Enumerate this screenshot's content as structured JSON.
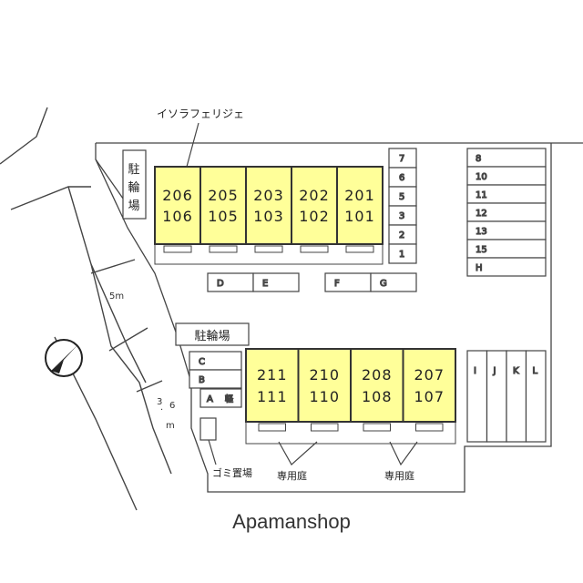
{
  "building_name": "イソラフェリジェ",
  "bicycle_parking_vertical": "駐輪場",
  "bicycle_parking_label": "駐輪場",
  "road_width_upper": "5m",
  "road_width_lower": "3.6m",
  "road_width_lower_glyphs": [
    "3",
    ".",
    "6",
    "m"
  ],
  "trash_label": "ゴミ置場",
  "private_garden_label": "専用庭",
  "watermark": "Apamanshop",
  "unit_color": "#ffff99",
  "upper_units": [
    {
      "top": "206",
      "bottom": "106"
    },
    {
      "top": "205",
      "bottom": "105"
    },
    {
      "top": "203",
      "bottom": "103"
    },
    {
      "top": "202",
      "bottom": "102"
    },
    {
      "top": "201",
      "bottom": "101"
    }
  ],
  "lower_units": [
    {
      "top": "211",
      "bottom": "111"
    },
    {
      "top": "210",
      "bottom": "110"
    },
    {
      "top": "208",
      "bottom": "108"
    },
    {
      "top": "207",
      "bottom": "107"
    }
  ],
  "parking_column_a": [
    "7",
    "6",
    "5",
    "3",
    "2",
    "1"
  ],
  "parking_column_b": [
    "8",
    "10",
    "11",
    "12",
    "13",
    "15",
    "H"
  ],
  "parking_row_de": [
    "D",
    "E"
  ],
  "parking_row_fg": [
    "F",
    "G"
  ],
  "parking_cb": [
    "C",
    "B"
  ],
  "parking_a": "A",
  "parking_a_note": "軽",
  "parking_ijkl": [
    "I",
    "J",
    "K",
    "L"
  ]
}
